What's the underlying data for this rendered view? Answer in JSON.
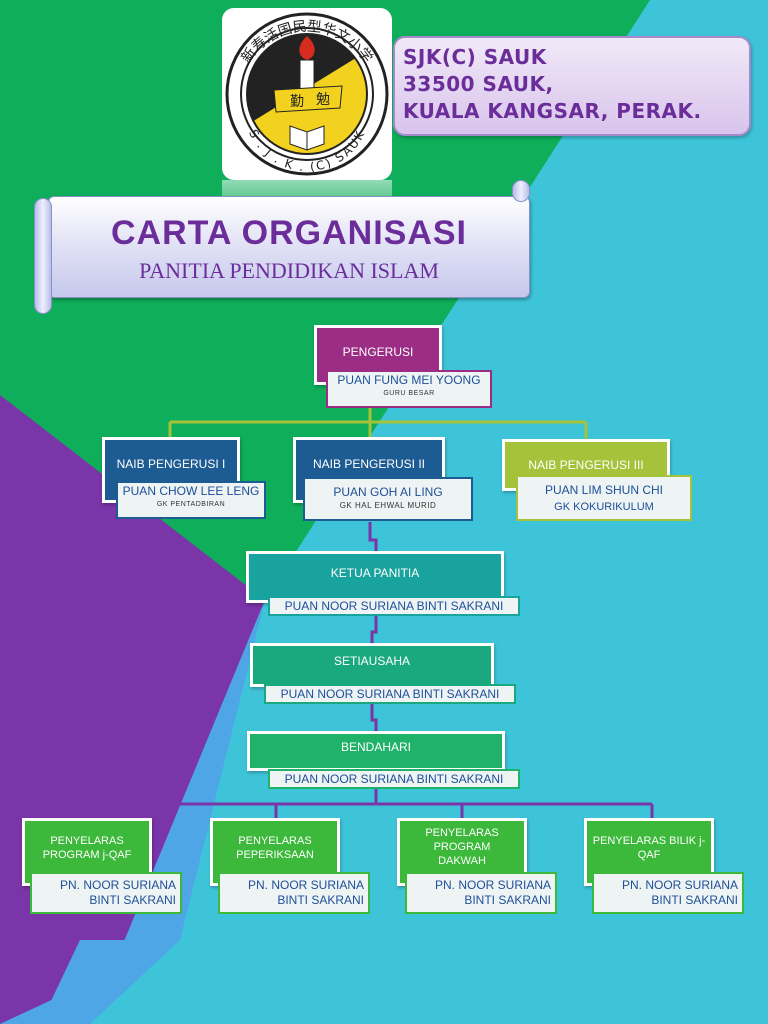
{
  "school": {
    "name": "SJK(C) SAUK",
    "postcode": "33500 SAUK,",
    "location": "KUALA KANGSAR, PERAK.",
    "logo": {
      "chinese_text": "新寿活国民型华文小学",
      "latin_text": "S . J . K . (C) SAUK",
      "motto_left": "勤",
      "motto_right": "勉"
    }
  },
  "banner": {
    "title": "CARTA ORGANISASI",
    "subtitle": "PANITIA PENDIDIKAN ISLAM"
  },
  "chart": {
    "pengerusi": {
      "role": "PENGERUSI",
      "name": "PUAN FUNG MEI YOONG",
      "post": "GURU BESAR"
    },
    "naib1": {
      "role": "NAIB PENGERUSI I",
      "name": "PUAN CHOW LEE LENG",
      "post": "GK PENTADBIRAN"
    },
    "naib2": {
      "role": "NAIB PENGERUSI II",
      "name": "PUAN GOH AI LING",
      "post": "GK HAL EHWAL MURID"
    },
    "naib3": {
      "role": "NAIB PENGERUSI III",
      "name": "PUAN LIM SHUN CHI",
      "post": "GK KOKURIKULUM"
    },
    "ketua": {
      "role": "KETUA PANITIA",
      "name": "PUAN NOOR SURIANA BINTI SAKRANI"
    },
    "setiausaha": {
      "role": "SETIAUSAHA",
      "name": "PUAN NOOR SURIANA BINTI SAKRANI"
    },
    "bendahari": {
      "role": "BENDAHARI",
      "name": "PUAN NOOR SURIANA BINTI SAKRANI"
    },
    "penyelaras": [
      {
        "role_line1": "PENYELARAS",
        "role_line2": "PROGRAM  j-QAF",
        "name_line1": "PN. NOOR SURIANA",
        "name_line2": "BINTI SAKRANI"
      },
      {
        "role_line1": "PENYELARAS",
        "role_line2": "PEPERIKSAAN",
        "name_line1": "PN. NOOR SURIANA",
        "name_line2": "BINTI SAKRANI"
      },
      {
        "role_line1": "PENYELARAS",
        "role_line2": "PROGRAM",
        "role_line3": "DAKWAH",
        "name_line1": "PN. NOOR SURIANA",
        "name_line2": "BINTI SAKRANI"
      },
      {
        "role_line1": "PENYELARAS BILIK j-",
        "role_line2": "QAF",
        "name_line1": "PN. NOOR SURIANA",
        "name_line2": "BINTI SAKRANI"
      }
    ]
  },
  "colors": {
    "green_bg": "#0fae5a",
    "cyan_bg": "#3ec4d9",
    "purple_bg": "#7a35a8",
    "blue_bg": "#4fa6e6",
    "title_purple": "#6b2d9a",
    "pengerusi_box": "#9b2d84",
    "naib_box": "#1d5b93",
    "naib3_box": "#a4c23a",
    "teal_box": "#18a39e",
    "green_box": "#1fb268",
    "bright_green_box": "#3cb83a"
  }
}
